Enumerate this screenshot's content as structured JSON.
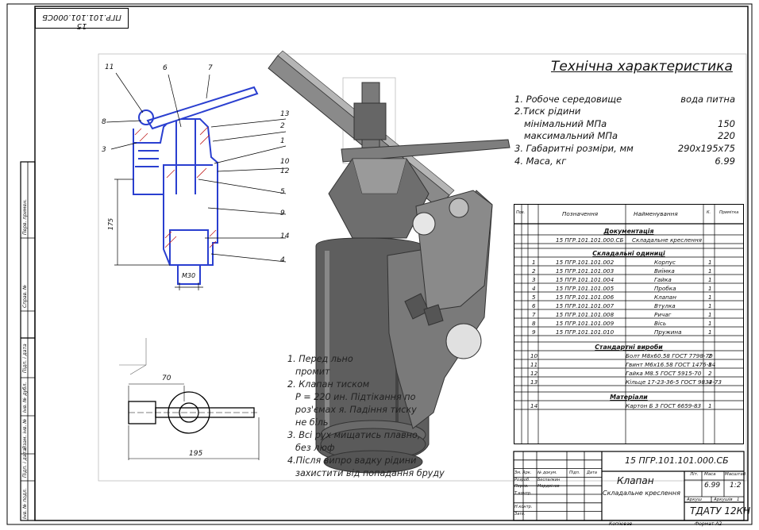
{
  "header_stamp": "15 ПГР.101.101.000СБ",
  "tech": {
    "title": "Технічна характеристика",
    "rows": [
      {
        "label": "1. Робоче середовище",
        "value": "вода питна"
      },
      {
        "label": "2.Тиск рідини",
        "value": ""
      },
      {
        "label": "мінімальний     МПа",
        "value": "150"
      },
      {
        "label": "максимальний   МПа",
        "value": "220"
      },
      {
        "label": "3. Габаритні розміри, мм",
        "value": "290х195х75"
      },
      {
        "label": "4. Маса, кг",
        "value": "6.99"
      }
    ]
  },
  "notes": [
    "1. Перед                                            льно",
    "промит",
    "2. Клапан                              тиском",
    "P = 220                           ин. Підтікання по",
    "роз'ємах                        я. Падіння тиску",
    "не біль",
    "3. Всі рух                      мищатись плавно,",
    "без люф",
    "4.Після випро                        вадку рідини",
    "захистити від попадання бруду"
  ],
  "drawing_labels": {
    "callouts": [
      "11",
      "6",
      "7",
      "8",
      "3",
      "13",
      "2",
      "1",
      "10",
      "12",
      "5",
      "9",
      "14",
      "4"
    ],
    "dim_m30": "M30",
    "dim_175": "175",
    "dim_70": "70",
    "dim_195": "195"
  },
  "spec_table": {
    "head": {
      "col1": "Поз.",
      "col2": "Позначення",
      "col3": "Найменування",
      "col4": "К.",
      "col5": "Примітка"
    },
    "section_docs": "Документація",
    "doc_row": {
      "code": "15 ПГР.101.101.000.СБ",
      "name": "Складальне креслення"
    },
    "section_units": "Складальні одиниці",
    "units": [
      {
        "pos": "1",
        "code": "15 ПГР.101.101.002",
        "name": "Корпус",
        "qty": "1"
      },
      {
        "pos": "2",
        "code": "15 ПГР.101.101.003",
        "name": "Виїмка",
        "qty": "1"
      },
      {
        "pos": "3",
        "code": "15 ПГР.101.101.004",
        "name": "Гайка",
        "qty": "1"
      },
      {
        "pos": "4",
        "code": "15 ПГР.101.101.005",
        "name": "Пробка",
        "qty": "1"
      },
      {
        "pos": "5",
        "code": "15 ПГР.101.101.006",
        "name": "Клапан",
        "qty": "1"
      },
      {
        "pos": "6",
        "code": "15 ПГР.101.101.007",
        "name": "Втулка",
        "qty": "1"
      },
      {
        "pos": "7",
        "code": "15 ПГР.101.101.008",
        "name": "Ричаг",
        "qty": "1"
      },
      {
        "pos": "8",
        "code": "15 ПГР.101.101.009",
        "name": "Вісь",
        "qty": "1"
      },
      {
        "pos": "9",
        "code": "15 ПГР.101.101.010",
        "name": "Пружина",
        "qty": "1"
      }
    ],
    "section_std": "Стандартні вироби",
    "std": [
      {
        "pos": "10",
        "name": "Болт М8х60.58 ГОСТ 7798-70",
        "qty": "2"
      },
      {
        "pos": "11",
        "name": "Гвинт М6х16.58 ГОСТ 1476-84",
        "qty": "1"
      },
      {
        "pos": "12",
        "name": "Гайка М8.5 ГОСТ 5915-70",
        "qty": "2"
      },
      {
        "pos": "13",
        "name": "Кільце 17-23-36-5 ГОСТ 9833-73",
        "qty": "4"
      }
    ],
    "section_mat": "Матеріали",
    "mat": [
      {
        "pos": "14",
        "name": "Картон Б 3 ГОСТ 6659-83",
        "qty": "1"
      }
    ]
  },
  "title_block": {
    "code": "15 ПГР.101.101.000.СБ",
    "name": "Клапан",
    "subname": "Складальне креслення",
    "mass": "6.99",
    "scale": "1:2",
    "sheet_label": "Аркуш",
    "sheets_label": "Аркушів",
    "sheets_val": "1",
    "lit_label": "Літ.",
    "mass_label": "Маса",
    "scale_label": "Масштаб",
    "org": "ТДАТУ 12КН",
    "copied": "Копіював",
    "format": "Формат   А2",
    "roles": [
      "Зм. Арк.",
      "Розроб.",
      "Перев.",
      "Т.контр.",
      "",
      "Н.контр.",
      "Затв."
    ],
    "names": [
      "№ докум.",
      "Беспалкин",
      "Мордвінов"
    ],
    "cols": [
      "Підп.",
      "Дата"
    ]
  },
  "side_labels": [
    "Перв. примен.",
    "Справ. №",
    "Підп. і дата",
    "Інв. № дубл.",
    "Взам. інв. №",
    "Підп. і дата",
    "Інв. № подл."
  ]
}
